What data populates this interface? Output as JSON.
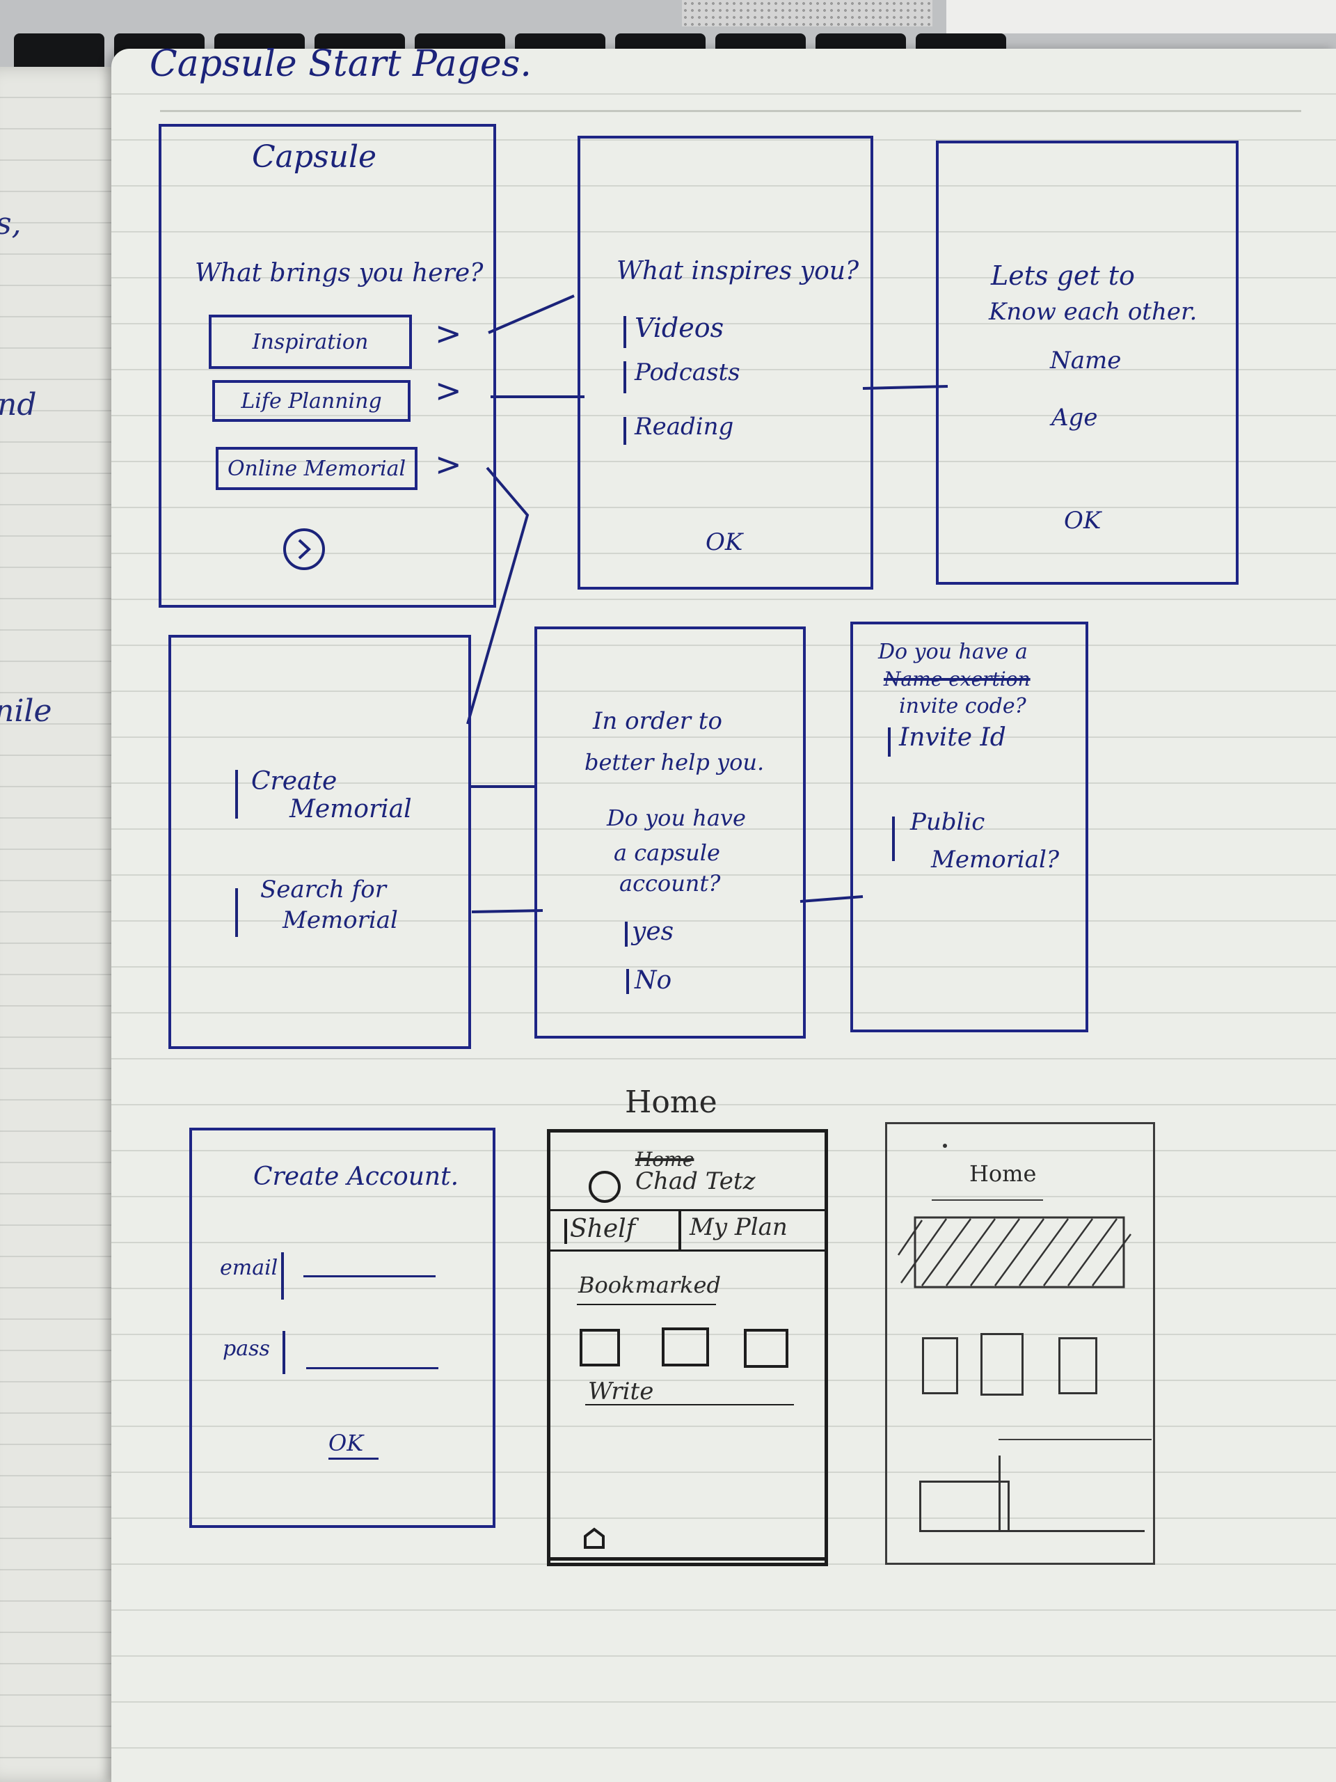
{
  "notebook": {
    "heading": "Capsule Start Pages.",
    "left_page_fragment_1": "s,",
    "left_page_fragment_2": "nd",
    "left_page_fragment_3": "nile"
  },
  "screen_1": {
    "title": "Capsule",
    "question": "What brings you here?",
    "options": [
      "Inspiration",
      "Life Planning",
      "Online Memorial"
    ],
    "chevron": ">"
  },
  "screen_2": {
    "question": "What inspires you?",
    "options": [
      "Videos",
      "Podcasts",
      "Reading"
    ],
    "ok": "OK"
  },
  "screen_3": {
    "title_line_1": "Lets get to",
    "title_line_2": "Know each other.",
    "fields": [
      "Name",
      "Age"
    ],
    "ok": "OK"
  },
  "screen_4": {
    "options": [
      {
        "line_1": "Create",
        "line_2": "Memorial"
      },
      {
        "line_1": "Search for",
        "line_2": "Memorial"
      }
    ]
  },
  "screen_5": {
    "line_1": "In order to",
    "line_2": "better help you.",
    "question_1": "Do you have",
    "question_2": "a capsule",
    "question_3": "account?",
    "options": [
      "yes",
      "No"
    ]
  },
  "screen_6": {
    "line_1": "Do you have a",
    "crossed_out": "Name exertion",
    "line_2": "invite code?",
    "option_1": "Invite Id",
    "option_2_line_1": "Public",
    "option_2_line_2": "Memorial?"
  },
  "screen_7": {
    "title": "Create Account.",
    "email_label": "email",
    "pass_label": "pass",
    "ok": "OK"
  },
  "screen_8": {
    "caption": "Home",
    "crossed_out": "Home",
    "user_name": "Chad Tetz",
    "tabs": [
      "Shelf",
      "My Plan"
    ],
    "section_1": "Bookmarked",
    "section_2": "Write"
  },
  "screen_9": {
    "title": "Home"
  },
  "colors": {
    "ink": "#1b237a",
    "pencil": "#2a2a2a",
    "paper": "#eceee9"
  }
}
